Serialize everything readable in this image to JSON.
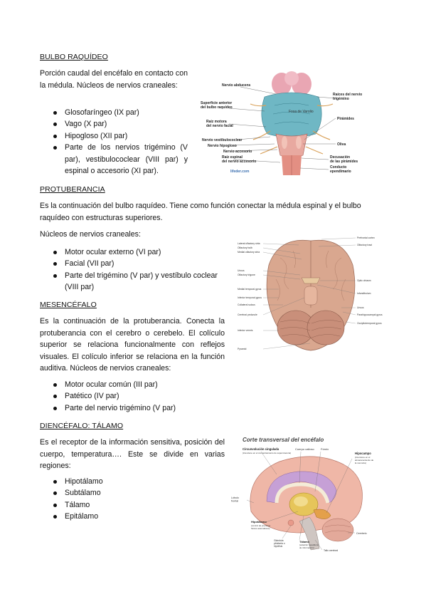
{
  "sections": {
    "bulbo": {
      "title": "BULBO RAQUÍDEO",
      "intro": "Porción caudal del encéfalo en contacto con la médula. Núcleos de nervios craneales:",
      "items": [
        "Glosofaríngeo (IX par)",
        "Vago (X par)",
        "Hipogloso (XII par)",
        "Parte de los nervios trigémino (V par), vestibulococlear (VIII par) y espinal o accesorio (XI par)."
      ]
    },
    "protuberancia": {
      "title": "PROTUBERANCIA",
      "intro": "Es la continuación del bulbo raquídeo. Tiene como función conectar la médula espinal y el bulbo raquídeo con estructuras superiores.",
      "sub": "Núcleos de nervios craneales:",
      "items": [
        "Motor ocular externo (VI par)",
        "Facial (VII par)",
        "Parte del trigémino (V par) y vestíbulo coclear (VIII par)"
      ]
    },
    "mesencefalo": {
      "title": "MESENCÉFALO",
      "intro": "Es la continuación de la protuberancia. Conecta la protuberancia con el cerebro o cerebelo. El colículo superior se relaciona funcionalmente con reflejos visuales. El colículo inferior se relaciona en la función auditiva. Núcleos de nervios craneales:",
      "items": [
        "Motor ocular común (III par)",
        "Patético (IV par)",
        "Parte del nervio trigémino (V par)"
      ]
    },
    "diencefalo": {
      "title": "DIENCÉFALO: TÁLAMO",
      "intro": "Es el receptor de la información sensitiva, posición del cuerpo, temperatura…. Este se divide en varias regiones:",
      "items": [
        "Hipotálamo",
        "Subtálamo",
        "Tálamo",
        "Epitálamo"
      ]
    }
  },
  "figures": {
    "brainstem": {
      "labels": {
        "abducens": "Nervio abducens",
        "superficie": "Superficie anterior\ndel bulbo raquídeo",
        "raiz_facial": "Raíz motora\ndel nervio facial",
        "vestibulococlear": "Nervio vestibulococlear",
        "hipogloso": "Nervio hipogloso",
        "accesorio": "Nervio accesorio",
        "raiz_espinal": "Raíz espinal\ndel nervio accesorio",
        "raices_trigemino": "Raíces del nervio\ntrigémino",
        "piramides": "Pirámides",
        "oliva": "Oliva",
        "decusacion": "Decusación\nde las pirámides",
        "conducto": "Conducto\nependimario",
        "fosa": "Fosa de Varolio",
        "credit": "lifeder.com"
      }
    },
    "brain_base": {
      "labels_left": [
        "Lateral olfactory stria",
        "Olfactory bulb",
        "Medial olfactory stria",
        "Uncus",
        "Olfactory trigone",
        "Medial temporal gyrus",
        "Inferior temporal gyrus",
        "Collateral sulcus",
        "Cerebral peduncle",
        "Inferior vermis",
        "Pyramid"
      ],
      "labels_right": [
        "Prefrontal cortex",
        "Olfactory tract",
        "Optic chiasm",
        "Infundibulum",
        "Uncus",
        "Parahippocampal gyrus",
        "Occipitotemporal gyrus"
      ]
    },
    "cross_section": {
      "title": "Corte transversal del encéfalo",
      "labels": {
        "cingulada": "Circunvolución cingulada",
        "cingulada_sub": "(interviene en el comportamiento de supervivencia)",
        "cuerpo_calloso": "Cuerpo calloso",
        "fornix": "Fórnix",
        "hipocampo": "Hipocampo",
        "hipocampo_sub": "(interviene en el almacenamiento de la memoria)",
        "lobulo_frontal": "Lóbulo frontal",
        "hipotalamo": "Hipotálamo",
        "hipotalamo_sub": "(control de procesos físicos automáticos)",
        "glandula": "Glándula pituitaria o hipófisis",
        "talamo": "Tálamo",
        "talamo_sub": "(estación repetidora de información)",
        "tallo": "Tallo cerebral",
        "cerebelo": "Cerebelo"
      }
    }
  },
  "colors": {
    "text": "#111111",
    "brainstem_blue": "#6fb7c4",
    "brainstem_pink": "#e8a9a0",
    "brain_tan": "#d9a78f",
    "cerebellum": "#c98f7a",
    "thalamus_yellow": "#e6c55a",
    "cingulate_purple": "#c6a0d6",
    "cortex_pink": "#efb7a7"
  }
}
